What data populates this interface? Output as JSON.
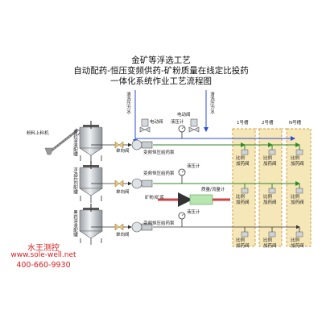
{
  "title": {
    "line1": "金矿等浮选工艺",
    "line2": "自动配药-恒压变频供药-矿粉质量在线定比投药",
    "line3": "一体化系统作业工艺流程图"
  },
  "labels": {
    "feeder": "粉料上料机",
    "tank_yellow": "黄药溶液配罐",
    "tank_flotation": "浮选药剂配罐",
    "tank_black": "黑药溶液配罐",
    "clean_water_left": "清洗压力水",
    "clean_water_right": "清洗压力水",
    "solenoid_left": "电动阀",
    "solenoid_right": "电动阀",
    "pressure_gauge_1": "液压计",
    "pressure_gauge_2": "液压计",
    "pressure_gauge_3": "液压计",
    "check_valve_1": "单向阀",
    "check_valve_2": "单向阀",
    "check_valve_3": "单向阀",
    "pump_1": "变频恒压给药泵",
    "pump_2": "变频恒压给药泵",
    "pump_3": "变频恒压给药泵",
    "slurry": "矿粉/矿浆",
    "flowmeter": "质量/流量计",
    "tank_1": "1号槽",
    "tank_2": "2号槽",
    "tank_n": "N号槽",
    "dosing_valve": "比例\n加药阀"
  },
  "brand": {
    "name": "水王测控",
    "url": "www.sole-well.net",
    "phone": "400-660-9930"
  },
  "colors": {
    "blue_line": "#2a4fd6",
    "green_line": "#2c8a2c",
    "slurry_line": "#cc4444",
    "cell_fill": "#f6e7b8",
    "cell_border": "#d4a23a",
    "brand_red": "#d42020"
  }
}
